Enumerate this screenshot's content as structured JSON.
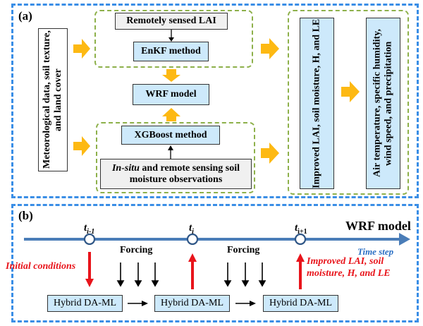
{
  "panel_a": {
    "label": "(a)",
    "inputs_box": "Meteorological data, soil texture, and land cover",
    "lai_obs_box": "Remotely sensed LAI",
    "enkf_box": "EnKF method",
    "wrf_box": "WRF model",
    "xgboost_box": "XGBoost method",
    "sm_obs_italic": "In-situ",
    "sm_obs_rest": " and remote sensing soil moisture observations",
    "improved_box": "Improved LAI, soil moisture, H, and LE",
    "outputs_box": "Air temperature, specific humidity, wind speed, and precipitation"
  },
  "panel_b": {
    "label": "(b)",
    "timeline_title": "WRF model",
    "time_step_label": "Time step",
    "times": [
      {
        "base": "t",
        "sub": "i-1"
      },
      {
        "base": "t",
        "sub": "i"
      },
      {
        "base": "t",
        "sub": "i+1"
      }
    ],
    "forcing_labels": [
      "Forcing",
      "Forcing"
    ],
    "initial_conditions": "Initial conditions",
    "improved_label": "Improved LAI, soil moisture, H, and LE",
    "hybrid_boxes": [
      "Hybrid DA-ML",
      "Hybrid DA-ML",
      "Hybrid DA-ML"
    ]
  },
  "colors": {
    "panel_border": "#3a8ee6",
    "group_border": "#8db04a",
    "box_fill": "#cde9fb",
    "arrow_yellow": "#fdb913",
    "timeline": "#4a7db8",
    "red": "#e8141b",
    "time_step_text": "#2a6fc4"
  }
}
